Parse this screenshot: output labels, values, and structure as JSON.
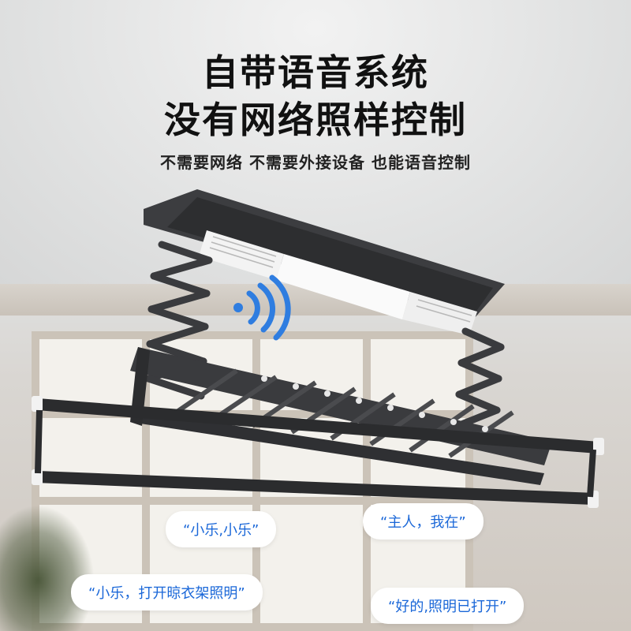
{
  "headline": {
    "line1": "自带语音系统",
    "line2": "没有网络照样控制"
  },
  "subheadline": "不需要网络  不需要外接设备  也能语音控制",
  "dialog": [
    {
      "speaker": "user",
      "text": "“小乐,小乐”"
    },
    {
      "speaker": "device",
      "text": "“主人，我在”"
    },
    {
      "speaker": "user",
      "text": "“小乐，打开晾衣架照明”"
    },
    {
      "speaker": "device",
      "text": "“好的,照明已打开”"
    }
  ],
  "colors": {
    "bubble_text": "#1a67d8",
    "voice_wave": "#2f7de0",
    "frame": "#3a3b3e"
  },
  "icons": {
    "voice": "voice-wave-icon"
  }
}
